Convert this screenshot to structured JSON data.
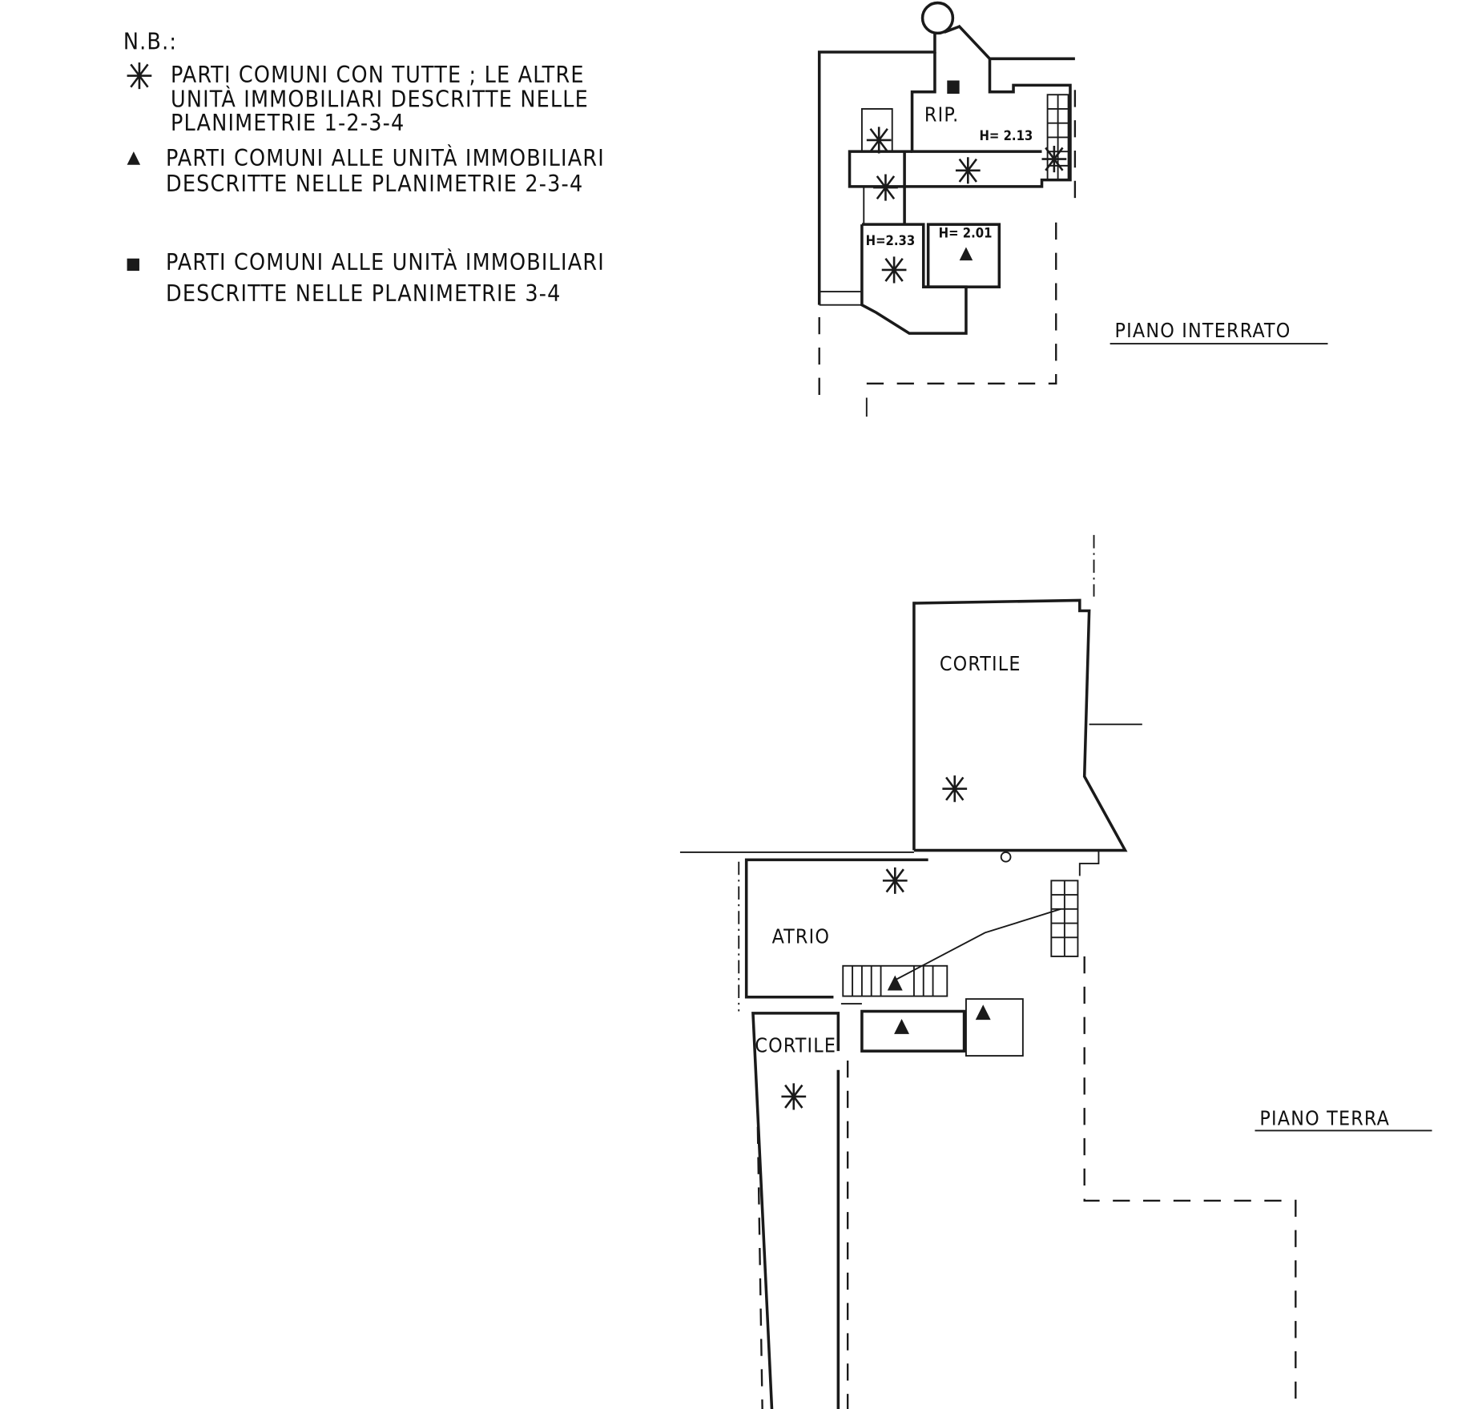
{
  "legend": {
    "heading": "N.B.:",
    "items": [
      {
        "symbol": "asterisk-icon",
        "lines": [
          "PARTI  COMUNI  CON  TUTTE ; LE  ALTRE",
          "UNITÀ  IMMOBILIARI  DESCRITTE  NELLE",
          "PLANIMETRIE  1-2-3-4"
        ]
      },
      {
        "symbol": "triangle-icon",
        "lines": [
          "PARTI  COMUNI  ALLE  UNITÀ  IMMOBILIARI",
          "DESCRITTE  NELLE  PLANIMETRIE  2-3-4"
        ]
      },
      {
        "symbol": "square-icon",
        "lines": [
          "PARTI  COMUNI  ALLE  UNITÀ  IMMOBILIARI",
          "DESCRITTE  NELLE  PLANIMETRIE  3-4"
        ]
      }
    ]
  },
  "basement": {
    "title": "PIANO  INTERRATO",
    "rooms": {
      "rip": "RIP.",
      "h1": "H= 2.13",
      "h2": "H=2.33",
      "h3": "H= 2.01"
    }
  },
  "ground": {
    "title": "PIANO  TERRA",
    "rooms": {
      "cortile_top": "CORTILE",
      "atrio": "ATRIO",
      "cortile_bottom": "CORTILE"
    }
  }
}
